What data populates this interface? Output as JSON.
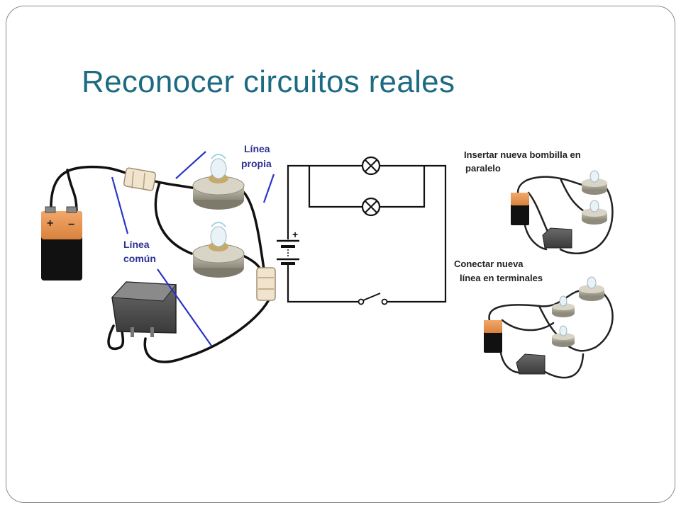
{
  "slide": {
    "title": "Reconocer circuitos reales"
  },
  "main_diagram": {
    "label_own_line_1": "Línea",
    "label_own_line_2": "propia",
    "label_common_line_1": "Línea",
    "label_common_line_2": "común",
    "battery_plus": "+",
    "battery_minus": "−"
  },
  "schematic": {
    "plus_sign": "+"
  },
  "side_diagrams": {
    "top_caption_1": "Insertar nueva bombilla en",
    "top_caption_2": "paralelo",
    "bottom_caption_1": "Conectar nueva",
    "bottom_caption_2": "línea en terminales"
  }
}
